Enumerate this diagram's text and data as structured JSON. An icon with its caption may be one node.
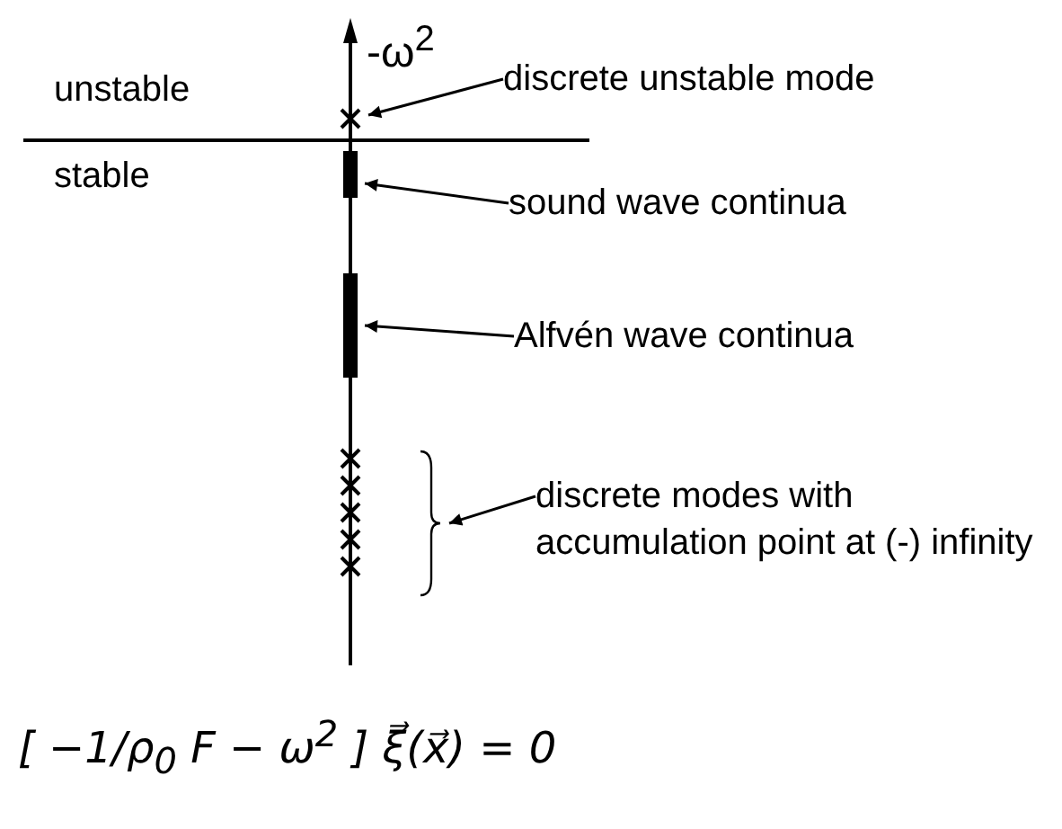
{
  "diagram": {
    "nodes": [
      {
        "text": [
          "discrete unstable mode"
        ]
      },
      {
        "text": [],
        "shape": "cross"
      },
      {
        "text": [
          "sound wave continua"
        ]
      },
      {
        "text": [],
        "shape": "bar"
      },
      {
        "text": [
          "Alfvén wave continua"
        ]
      },
      {
        "text": [],
        "shape": "bar"
      },
      {
        "text": [
          "discrete modes with accumulation point at (-) infinity"
        ]
      },
      {
        "text": [],
        "shape": "brace"
      }
    ],
    "edges": [
      {
        "from": 0,
        "to": 1,
        "arrow": "to"
      },
      {
        "from": 2,
        "to": 3,
        "arrow": "to"
      },
      {
        "from": 4,
        "to": 5,
        "arrow": "to"
      },
      {
        "from": 6,
        "to": 7,
        "arrow": "to"
      }
    ],
    "labels": [
      "-ω$^{2}$",
      "unstable",
      "stable",
      "[ −1/ρ$_{0}$ F − ω$^{2}$ ] ξ⃗(x⃗) = 0"
    ]
  }
}
